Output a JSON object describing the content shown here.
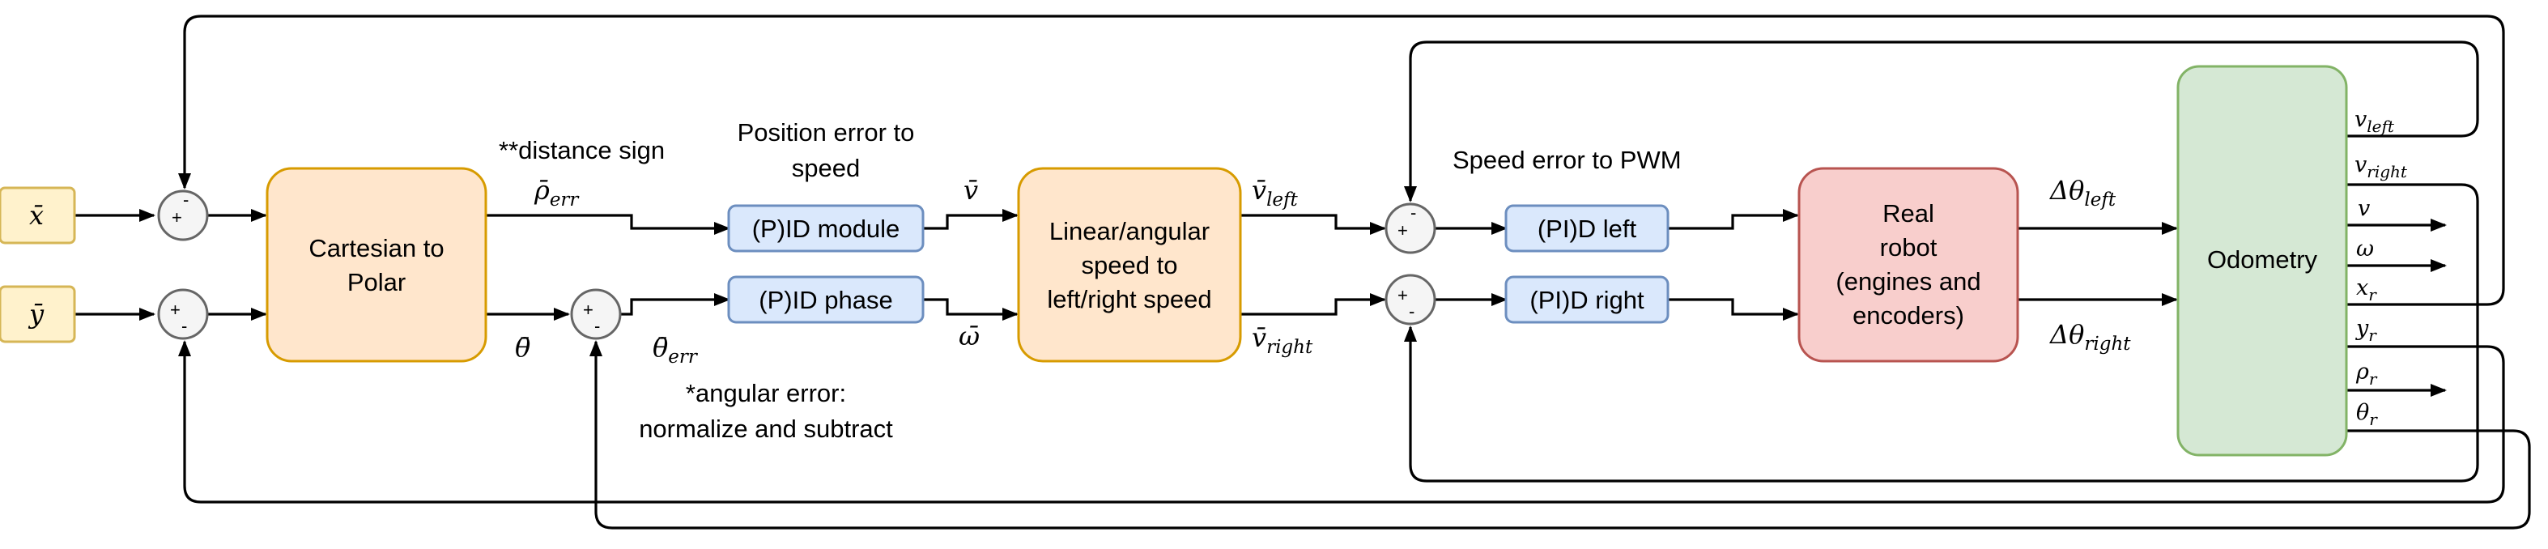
{
  "inputs": {
    "x_ref": "x̄",
    "y_ref": "ȳ"
  },
  "blocks": {
    "cartesian_to_polar": [
      "Cartesian to",
      "Polar"
    ],
    "pid_module": "(P)ID module",
    "pid_phase": "(P)ID phase",
    "linear_angular": [
      "Linear/angular",
      "speed to",
      "left/right speed"
    ],
    "pi_left": "(PI)D left",
    "pi_right": "(PI)D right",
    "real_robot": [
      "Real",
      "robot",
      "(engines and",
      "encoders)"
    ],
    "odometry": "Odometry"
  },
  "annotations": {
    "distance_sign": "**distance sign",
    "position_error_to_speed": [
      "Position error to",
      "speed"
    ],
    "angular_error": [
      "*angular error:",
      "normalize and subtract"
    ],
    "speed_error_to_pwm": "Speed error to PWM"
  },
  "signals": {
    "rho_err": {
      "base": "ρ̄",
      "sub": "err"
    },
    "theta_bar": {
      "base": "θ̄"
    },
    "theta_err": {
      "base": "θ̄",
      "sub": "err"
    },
    "v_bar": {
      "base": "v̄"
    },
    "omega_bar": {
      "base": "ω̄"
    },
    "v_left_bar": {
      "base": "v̄",
      "sub": "left"
    },
    "v_right_bar": {
      "base": "v̄",
      "sub": "right"
    },
    "dtheta_left": {
      "base": "Δθ",
      "sub": "left"
    },
    "dtheta_right": {
      "base": "Δθ",
      "sub": "right"
    }
  },
  "odometry_outputs": [
    {
      "base": "v",
      "sub": "left"
    },
    {
      "base": "v",
      "sub": "right"
    },
    {
      "base": "v",
      "sub": ""
    },
    {
      "base": "ω",
      "sub": ""
    },
    {
      "base": "x",
      "sub": "r"
    },
    {
      "base": "y",
      "sub": "r"
    },
    {
      "base": "ρ",
      "sub": "r"
    },
    {
      "base": "θ",
      "sub": "r"
    }
  ],
  "summing_junction_signs": {
    "plus": "+",
    "minus": "-"
  },
  "colors": {
    "input_fill": "#fff2cc",
    "input_stroke": "#d6b656",
    "orange_fill": "#ffe6cc",
    "orange_stroke": "#d79b00",
    "blue_fill": "#dae8fc",
    "blue_stroke": "#6c8ebf",
    "red_fill": "#f8cecc",
    "red_stroke": "#b85450",
    "green_fill": "#d5e8d4",
    "green_stroke": "#82b366",
    "junction_fill": "#f5f5f5",
    "junction_stroke": "#666666"
  }
}
